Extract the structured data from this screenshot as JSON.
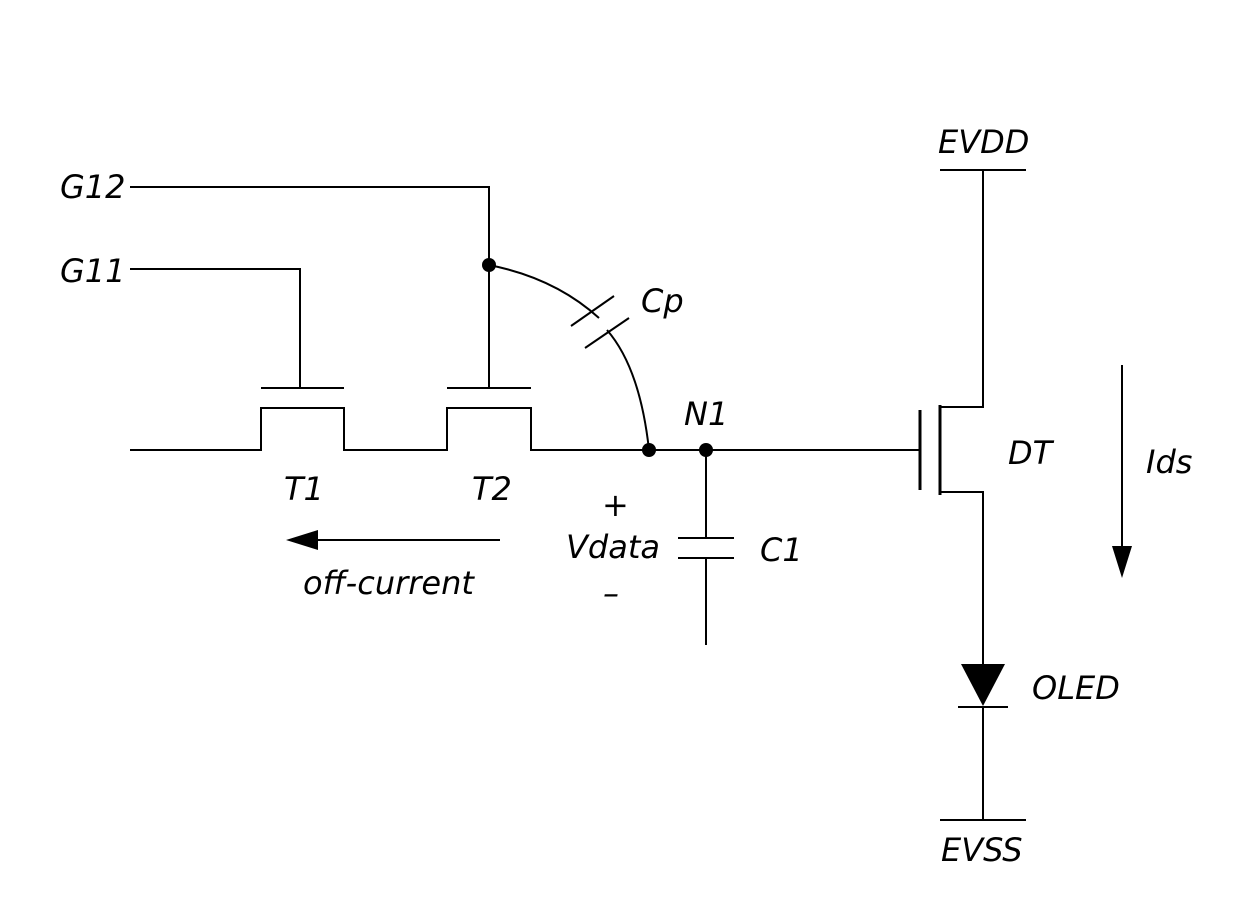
{
  "signals": {
    "g12": "G12",
    "g11": "G11",
    "evdd": "EVDD",
    "evss": "EVSS"
  },
  "components": {
    "t1": "T1",
    "t2": "T2",
    "cp": "Cp",
    "n1": "N1",
    "c1": "C1",
    "dt": "DT",
    "oled": "OLED"
  },
  "annotations": {
    "vdata_plus": "+",
    "vdata": "Vdata",
    "vdata_minus": "–",
    "off_current": "off-current",
    "ids": "Ids"
  },
  "colors": {
    "ink": "#000000",
    "background": "#ffffff"
  }
}
